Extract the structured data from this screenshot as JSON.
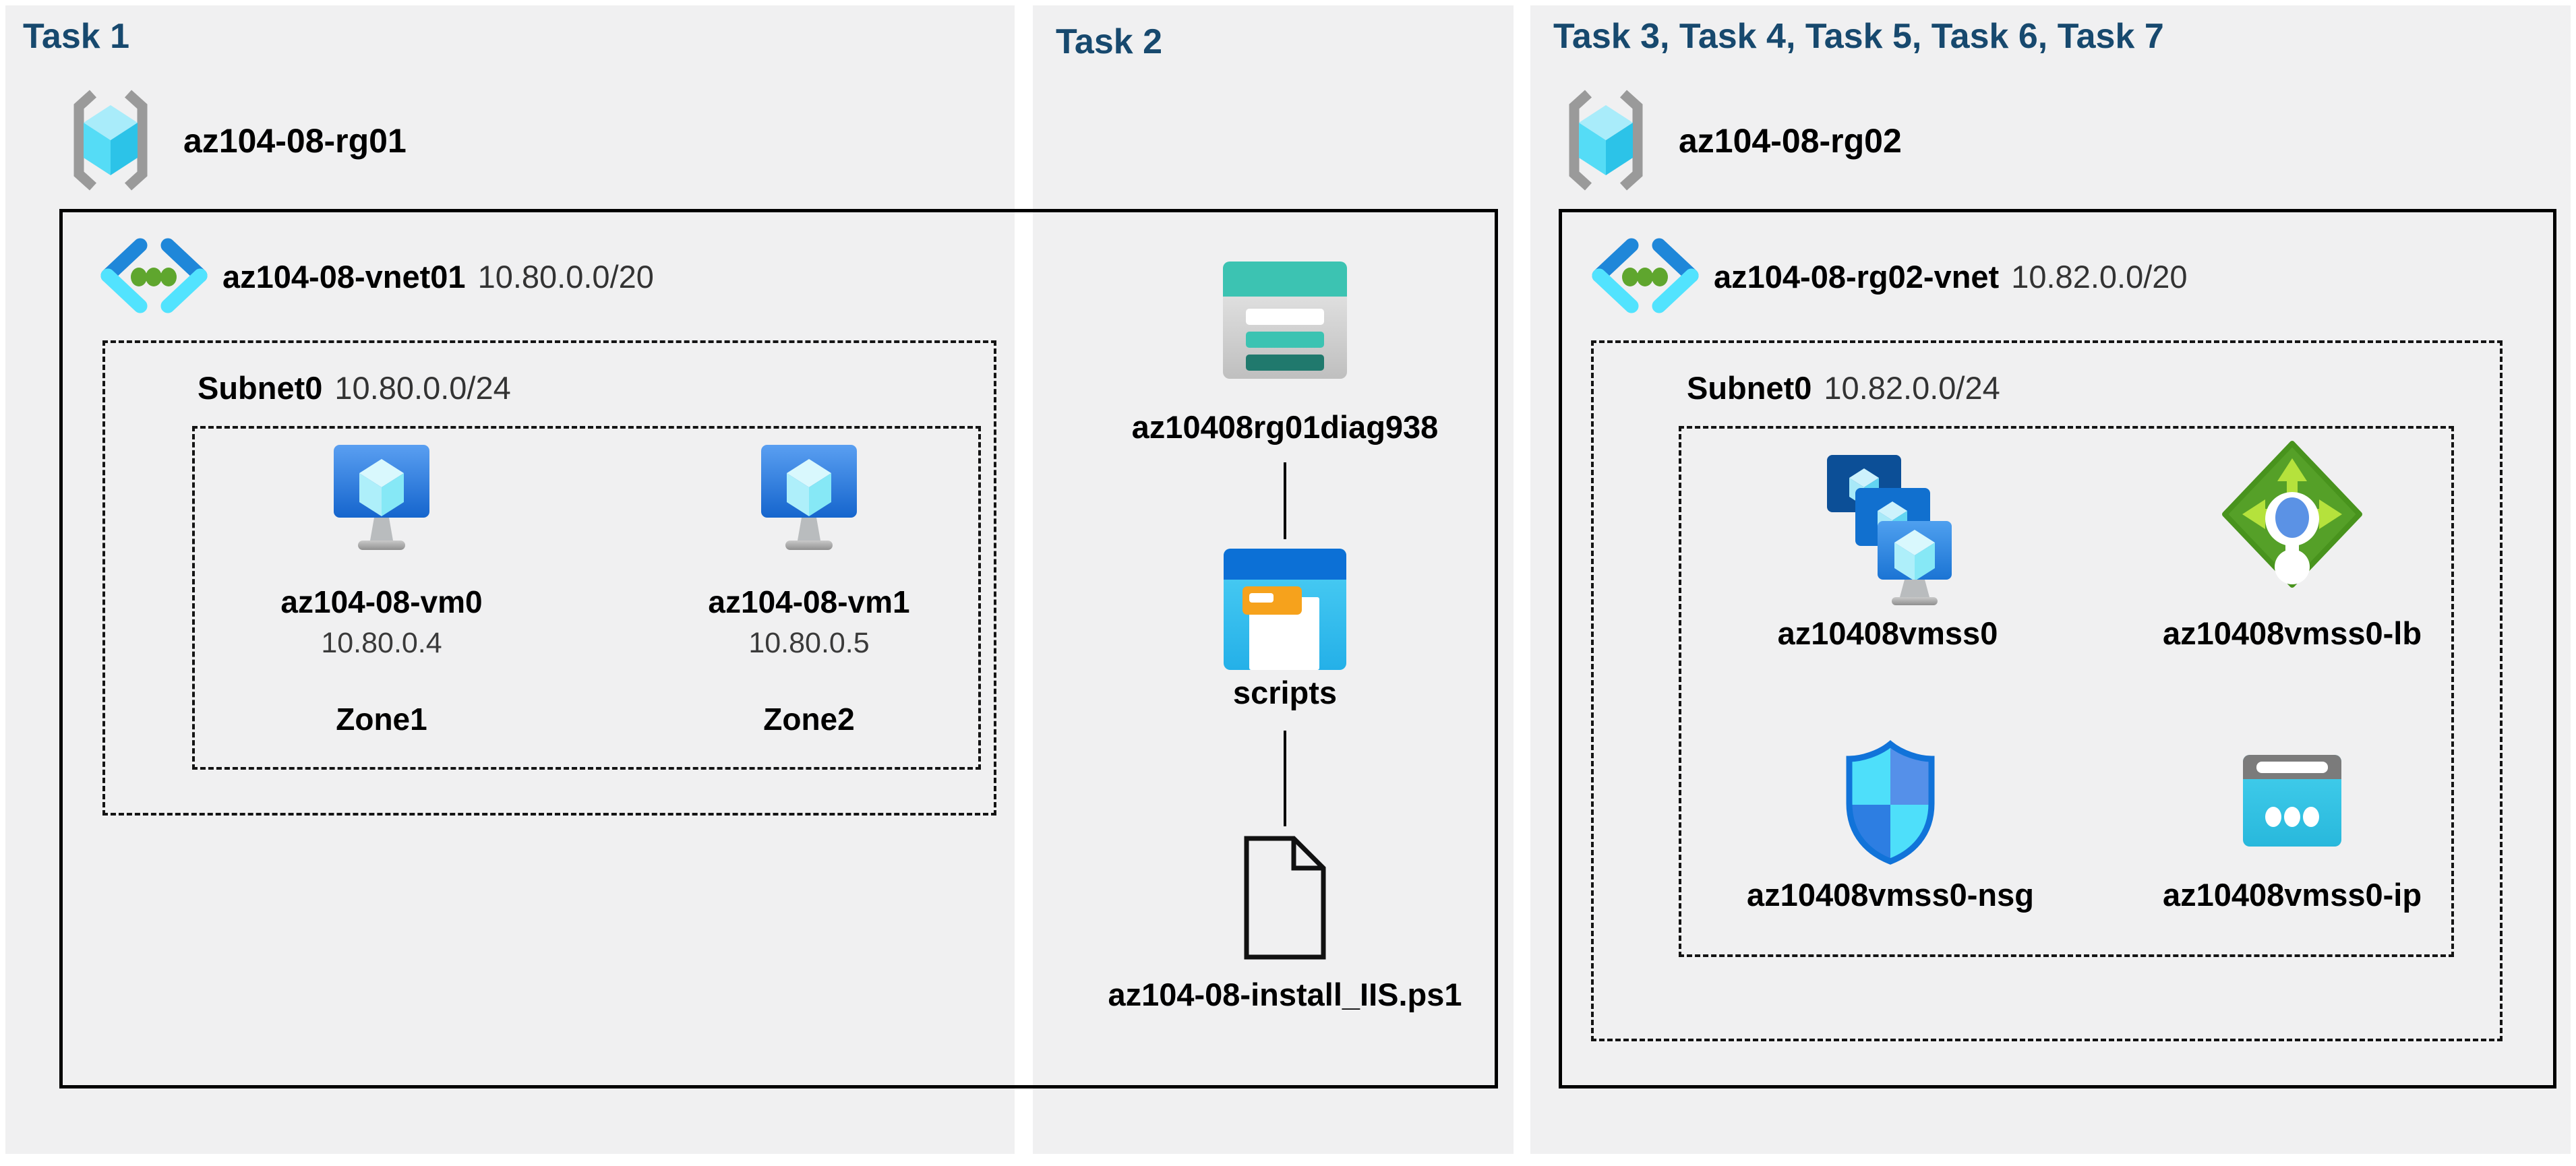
{
  "colors": {
    "page_background": "#ffffff",
    "panel_background": "#f0f0f1",
    "heading_text": "#17496e",
    "label_text": "#000000",
    "secondary_text": "#333333",
    "box_border": "#000000",
    "vnet_blue": "#1f87d9",
    "vnet_cyan": "#52e3fe",
    "vnet_green_dot": "#5fa62e",
    "vm_monitor_blue": "#1565cd",
    "storage_teal": "#3cc3b2",
    "storage_dark_teal": "#20796d",
    "blob_header_blue": "#0c70d6",
    "blob_body_cyan": "#29b4ea",
    "folder_tab_orange": "#f6a21c",
    "lb_green": "#55a028",
    "lb_arrow_green": "#b5e23c",
    "nsg_border_blue": "#1173d9",
    "nsg_cyan": "#4edffa",
    "ip_band_gray": "#7b7b7b",
    "ip_body_cyan": "#2cbade",
    "rg_bracket_gray": "#9a9a9a"
  },
  "panels": [
    {
      "header": "Task 1",
      "resource_group": {
        "label": "az104-08-rg01",
        "icon": "resource-group-icon"
      },
      "vnet": {
        "name": "az104-08-vnet01",
        "cidr": "10.80.0.0/20",
        "icon": "virtual-network-icon"
      },
      "subnet": {
        "name": "Subnet0",
        "cidr": "10.80.0.0/24"
      },
      "vms": [
        {
          "name": "az104-08-vm0",
          "ip": "10.80.0.4",
          "zone": "Zone1",
          "icon": "virtual-machine-icon"
        },
        {
          "name": "az104-08-vm1",
          "ip": "10.80.0.5",
          "zone": "Zone2",
          "icon": "virtual-machine-icon"
        }
      ]
    },
    {
      "header": "Task 2",
      "storage_account": {
        "label": "az10408rg01diag938",
        "icon": "storage-account-icon"
      },
      "container": {
        "label": "scripts",
        "icon": "blob-container-icon"
      },
      "file": {
        "label": "az104-08-install_IIS.ps1",
        "icon": "file-icon"
      }
    },
    {
      "header": "Task 3, Task 4, Task 5, Task 6, Task 7",
      "resource_group": {
        "label": "az104-08-rg02",
        "icon": "resource-group-icon"
      },
      "vnet": {
        "name": "az104-08-rg02-vnet",
        "cidr": "10.82.0.0/20",
        "icon": "virtual-network-icon"
      },
      "subnet": {
        "name": "Subnet0",
        "cidr": "10.82.0.0/24"
      },
      "resources": [
        {
          "name": "az10408vmss0",
          "icon": "vmss-icon"
        },
        {
          "name": "az10408vmss0-lb",
          "icon": "load-balancer-icon"
        },
        {
          "name": "az10408vmss0-nsg",
          "icon": "network-security-group-icon"
        },
        {
          "name": "az10408vmss0-ip",
          "icon": "public-ip-icon"
        }
      ]
    }
  ]
}
